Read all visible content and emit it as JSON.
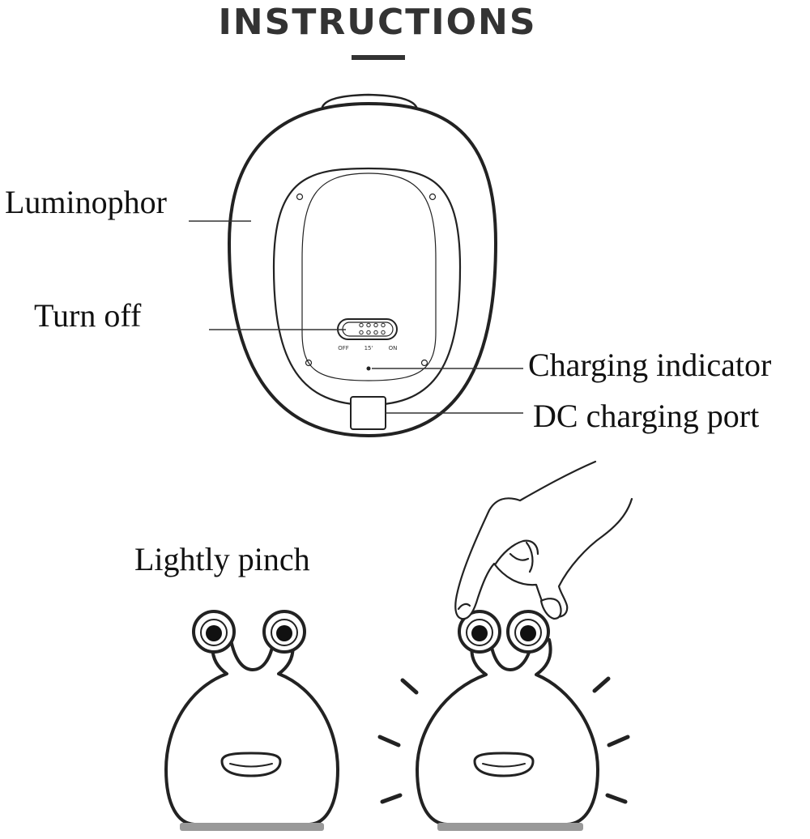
{
  "title": "INSTRUCTIONS",
  "labels": {
    "luminophor": "Luminophor",
    "turn_off": "Turn off",
    "charging_indicator": "Charging indicator",
    "dc_charging_port": "DC charging port",
    "lightly_pinch": "Lightly pinch"
  },
  "switch_positions": [
    "OFF",
    "15'",
    "ON"
  ]
}
